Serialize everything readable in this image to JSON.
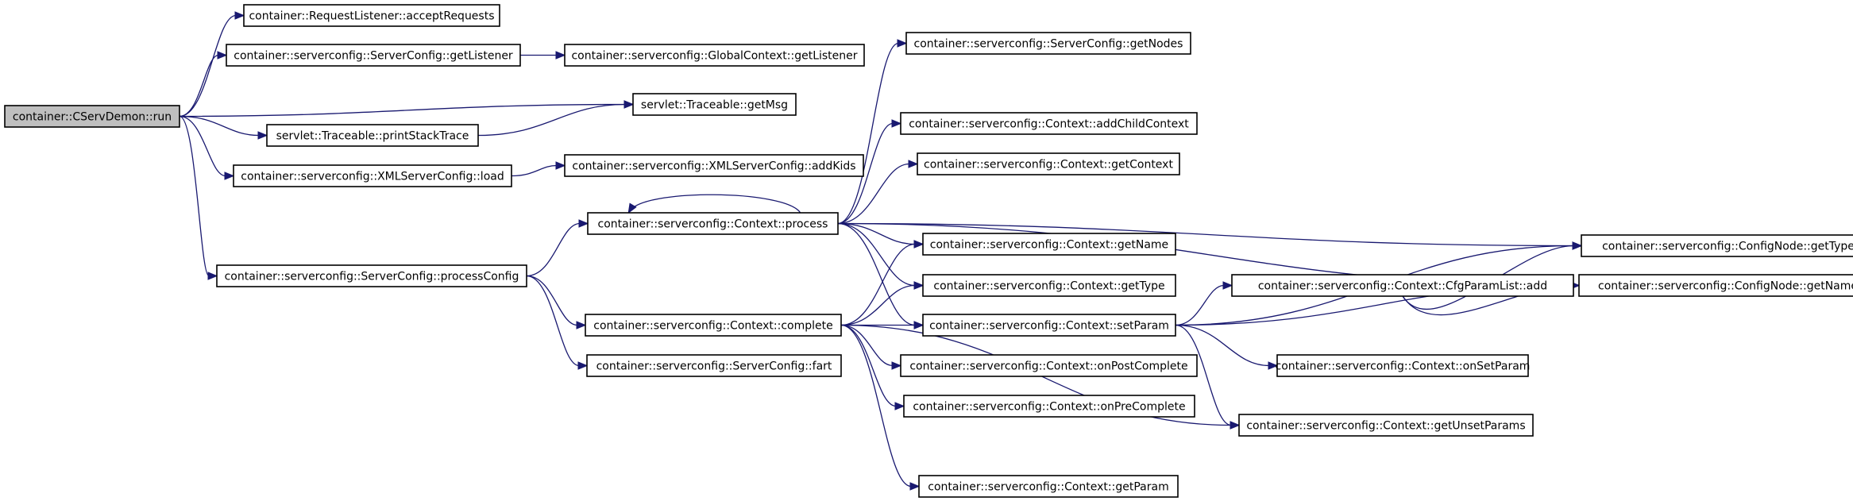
{
  "diagram": {
    "colors": {
      "edge": "#191970",
      "root_fill": "#bfbfbf",
      "node_fill": "#ffffff",
      "border": "#000000"
    },
    "nodes": [
      {
        "id": "run",
        "label": "container::CServDemon::run",
        "root": true
      },
      {
        "id": "acceptRequests",
        "label": "container::RequestListener::acceptRequests"
      },
      {
        "id": "sc_getListener",
        "label": "container::serverconfig::ServerConfig::getListener"
      },
      {
        "id": "gc_getListener",
        "label": "container::serverconfig::GlobalContext::getListener"
      },
      {
        "id": "getMsg",
        "label": "servlet::Traceable::getMsg"
      },
      {
        "id": "printStackTrace",
        "label": "servlet::Traceable::printStackTrace"
      },
      {
        "id": "xml_load",
        "label": "container::serverconfig::XMLServerConfig::load"
      },
      {
        "id": "addKids",
        "label": "container::serverconfig::XMLServerConfig::addKids"
      },
      {
        "id": "processConfig",
        "label": "container::serverconfig::ServerConfig::processConfig"
      },
      {
        "id": "process",
        "label": "container::serverconfig::Context::process"
      },
      {
        "id": "complete",
        "label": "container::serverconfig::Context::complete"
      },
      {
        "id": "fart",
        "label": "container::serverconfig::ServerConfig::fart"
      },
      {
        "id": "getNodes",
        "label": "container::serverconfig::ServerConfig::getNodes"
      },
      {
        "id": "addChildContext",
        "label": "container::serverconfig::Context::addChildContext"
      },
      {
        "id": "getContext",
        "label": "container::serverconfig::Context::getContext"
      },
      {
        "id": "ctx_getName",
        "label": "container::serverconfig::Context::getName"
      },
      {
        "id": "ctx_getType",
        "label": "container::serverconfig::Context::getType"
      },
      {
        "id": "setParam",
        "label": "container::serverconfig::Context::setParam"
      },
      {
        "id": "onPostComplete",
        "label": "container::serverconfig::Context::onPostComplete"
      },
      {
        "id": "onPreComplete",
        "label": "container::serverconfig::Context::onPreComplete"
      },
      {
        "id": "getParam",
        "label": "container::serverconfig::Context::getParam"
      },
      {
        "id": "cfg_add",
        "label": "container::serverconfig::Context::CfgParamList::add"
      },
      {
        "id": "onSetParam",
        "label": "container::serverconfig::Context::onSetParam"
      },
      {
        "id": "getUnsetParams",
        "label": "container::serverconfig::Context::getUnsetParams"
      },
      {
        "id": "cn_getType",
        "label": "container::serverconfig::ConfigNode::getType"
      },
      {
        "id": "cn_getName",
        "label": "container::serverconfig::ConfigNode::getName"
      }
    ],
    "edges": [
      {
        "from": "run",
        "to": "acceptRequests"
      },
      {
        "from": "run",
        "to": "sc_getListener"
      },
      {
        "from": "run",
        "to": "getMsg"
      },
      {
        "from": "run",
        "to": "printStackTrace"
      },
      {
        "from": "run",
        "to": "xml_load"
      },
      {
        "from": "run",
        "to": "processConfig"
      },
      {
        "from": "sc_getListener",
        "to": "gc_getListener"
      },
      {
        "from": "printStackTrace",
        "to": "getMsg"
      },
      {
        "from": "xml_load",
        "to": "addKids"
      },
      {
        "from": "processConfig",
        "to": "process"
      },
      {
        "from": "processConfig",
        "to": "complete"
      },
      {
        "from": "processConfig",
        "to": "fart"
      },
      {
        "from": "process",
        "to": "process"
      },
      {
        "from": "process",
        "to": "getNodes"
      },
      {
        "from": "process",
        "to": "addChildContext"
      },
      {
        "from": "process",
        "to": "getContext"
      },
      {
        "from": "process",
        "to": "cn_getType"
      },
      {
        "from": "process",
        "to": "cn_getName"
      },
      {
        "from": "process",
        "to": "ctx_getName"
      },
      {
        "from": "process",
        "to": "ctx_getType"
      },
      {
        "from": "process",
        "to": "setParam"
      },
      {
        "from": "complete",
        "to": "ctx_getName"
      },
      {
        "from": "complete",
        "to": "ctx_getType"
      },
      {
        "from": "complete",
        "to": "setParam"
      },
      {
        "from": "complete",
        "to": "onPostComplete"
      },
      {
        "from": "complete",
        "to": "onPreComplete"
      },
      {
        "from": "complete",
        "to": "getUnsetParams"
      },
      {
        "from": "complete",
        "to": "getParam"
      },
      {
        "from": "setParam",
        "to": "cn_getType"
      },
      {
        "from": "setParam",
        "to": "cfg_add"
      },
      {
        "from": "setParam",
        "to": "cn_getName"
      },
      {
        "from": "setParam",
        "to": "onSetParam"
      },
      {
        "from": "setParam",
        "to": "getUnsetParams"
      },
      {
        "from": "cfg_add",
        "to": "cn_getType"
      },
      {
        "from": "cfg_add",
        "to": "cn_getName"
      }
    ]
  }
}
